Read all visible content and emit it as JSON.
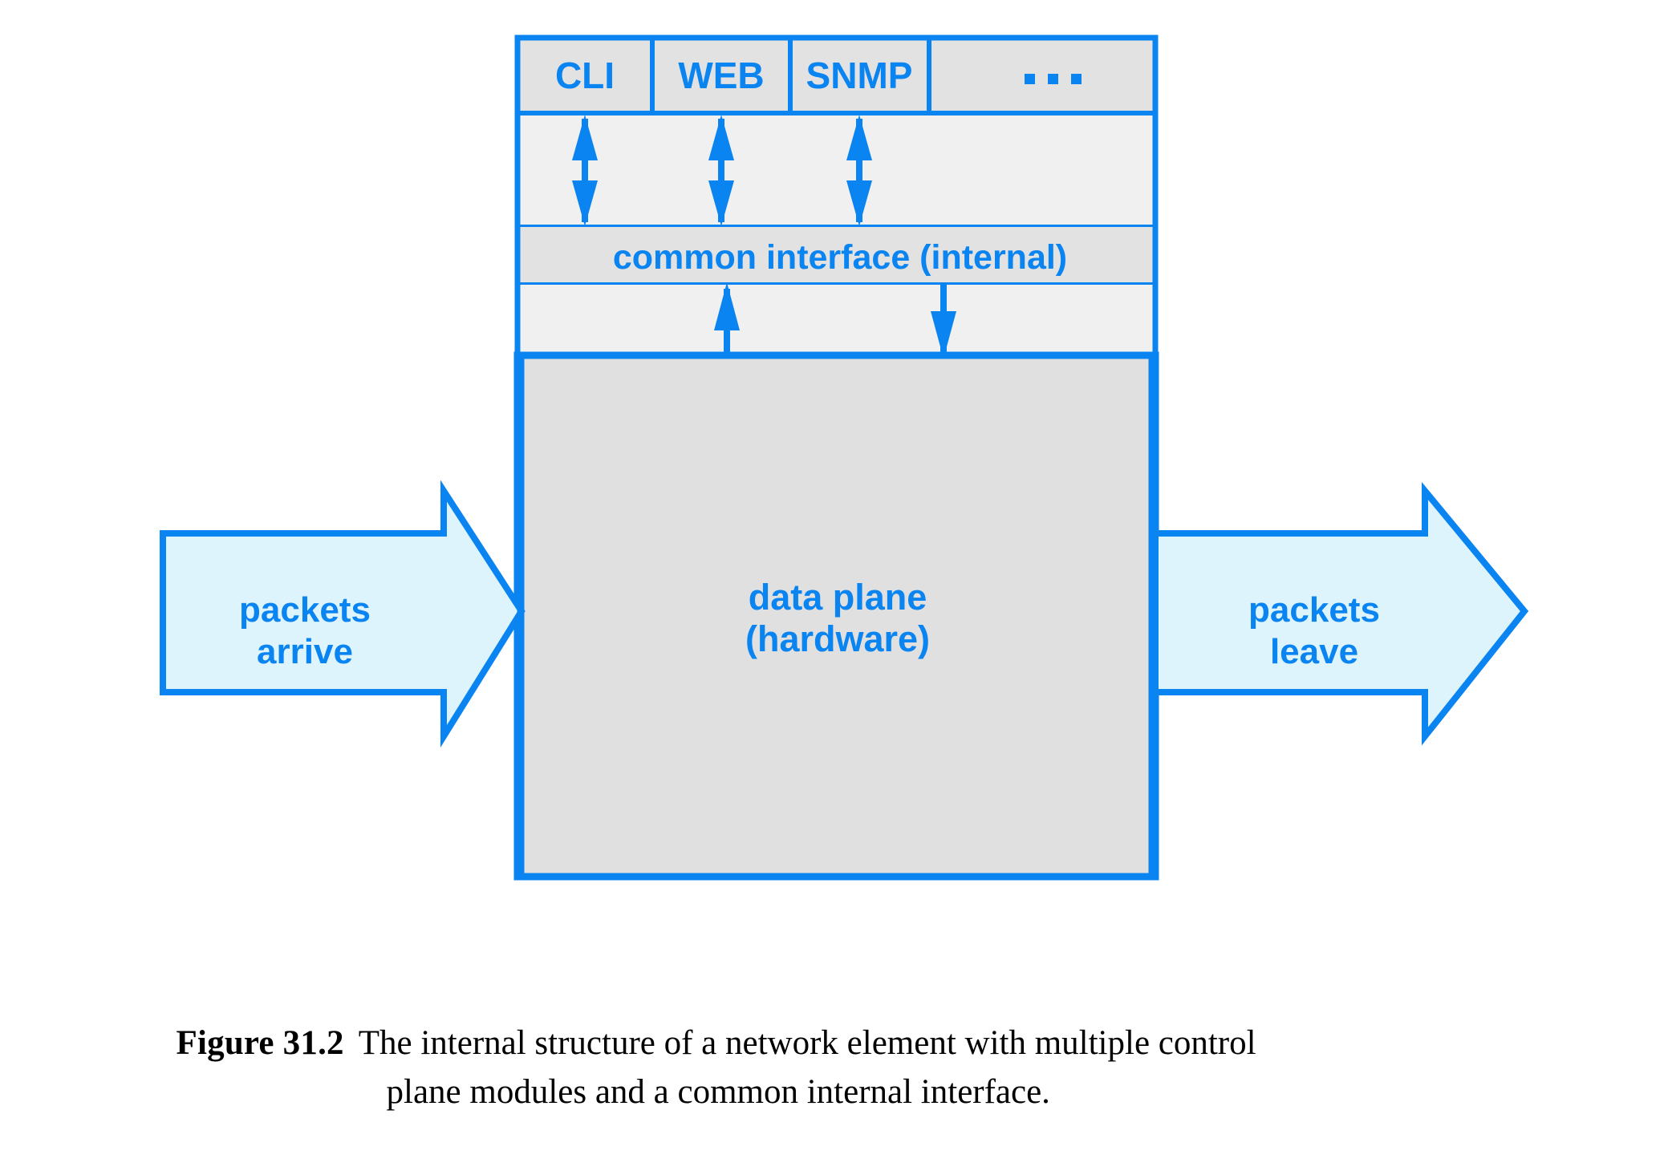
{
  "figure": {
    "caption_label": "Figure 31.2",
    "caption_line1": "The internal structure of a network element with multiple control",
    "caption_line2": "plane modules and a common internal interface."
  },
  "colors": {
    "stroke_blue": "#0a84f0",
    "fill_gray_dark": "#e2e2e2",
    "fill_gray_light": "#f0f0f0",
    "fill_plane": "#e0e0e0",
    "fill_packet_arrow": "#ddf4fc",
    "text_blue": "#0a84f0",
    "caption_black": "#000000",
    "page_bg": "#ffffff"
  },
  "diagram": {
    "control_plane_modules": [
      {
        "label": "CLI"
      },
      {
        "label": "WEB"
      },
      {
        "label": "SNMP"
      },
      {
        "label": "· · ·"
      }
    ],
    "common_interface": {
      "label": "common interface (internal)"
    },
    "data_plane": {
      "line1": "data plane",
      "line2": "(hardware)"
    },
    "packets_in": {
      "line1": "packets",
      "line2": "arrive"
    },
    "packets_out": {
      "line1": "packets",
      "line2": "leave"
    },
    "connector_arrows": {
      "module_to_interface": "bidirectional",
      "interface_to_dataplane_up": "up",
      "interface_to_dataplane_down": "down"
    }
  }
}
